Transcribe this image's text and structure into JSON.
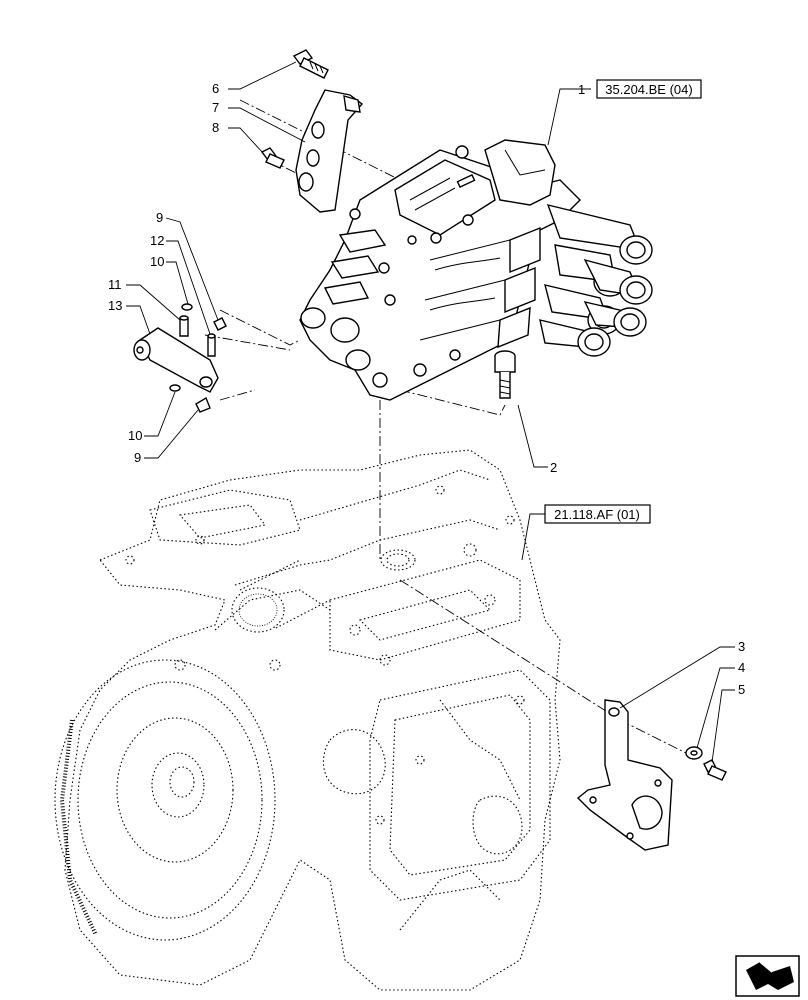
{
  "reference_boxes": [
    {
      "id": "ref-top",
      "text": "35.204.BE (04)"
    },
    {
      "id": "ref-mid",
      "text": "21.118.AF (01)"
    }
  ],
  "callouts": [
    {
      "id": "c1",
      "label": "1"
    },
    {
      "id": "c2",
      "label": "2"
    },
    {
      "id": "c3",
      "label": "3"
    },
    {
      "id": "c4",
      "label": "4"
    },
    {
      "id": "c5",
      "label": "5"
    },
    {
      "id": "c6",
      "label": "6"
    },
    {
      "id": "c7",
      "label": "7"
    },
    {
      "id": "c8",
      "label": "8"
    },
    {
      "id": "c9a",
      "label": "9"
    },
    {
      "id": "c12",
      "label": "12"
    },
    {
      "id": "c10a",
      "label": "10"
    },
    {
      "id": "c11",
      "label": "11"
    },
    {
      "id": "c13",
      "label": "13"
    },
    {
      "id": "c10b",
      "label": "10"
    },
    {
      "id": "c9b",
      "label": "9"
    }
  ],
  "nav_icon": "next-page-arrow-icon"
}
